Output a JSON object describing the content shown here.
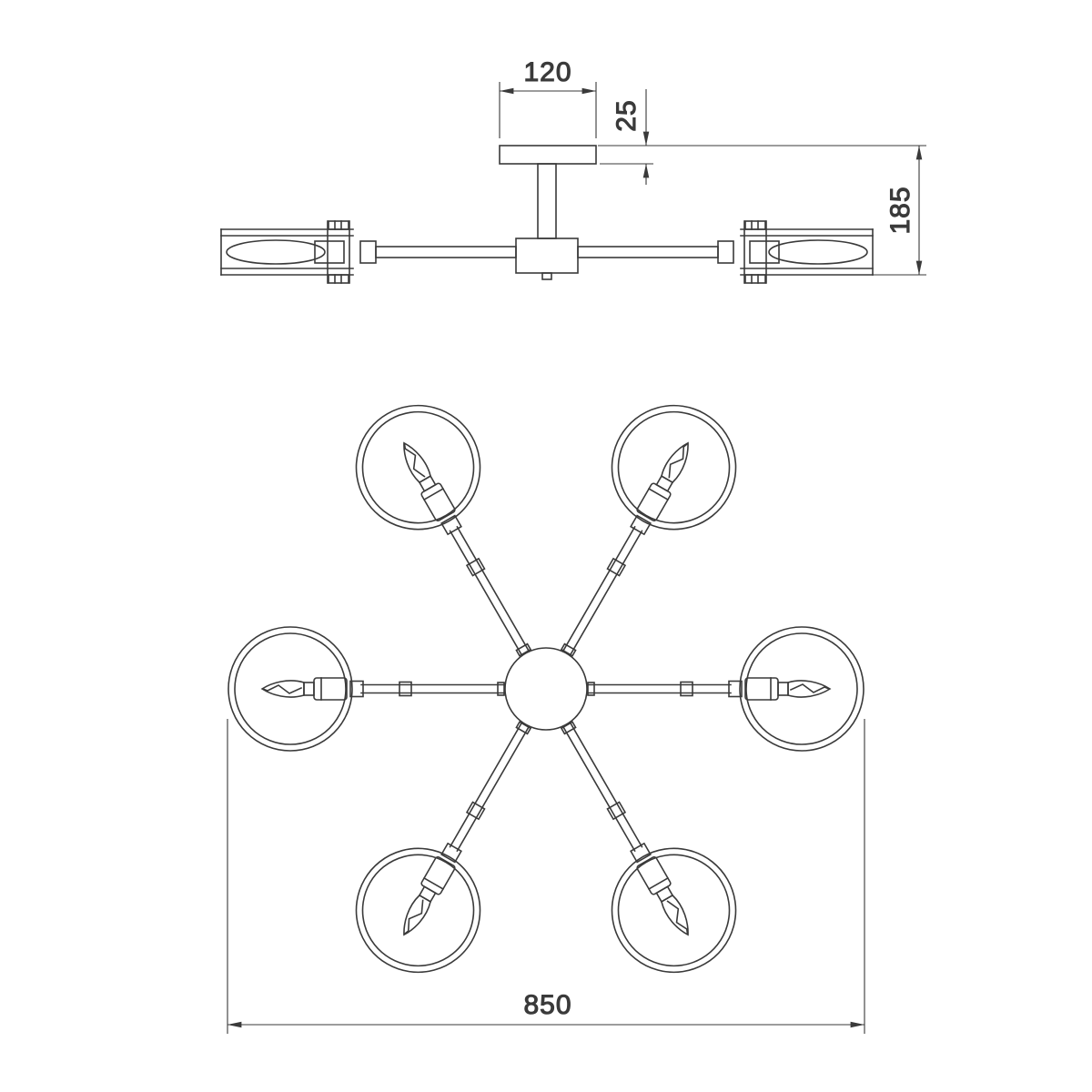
{
  "drawing": {
    "arm_count": 6,
    "dims": {
      "canopy_width": "120",
      "canopy_height": "25",
      "fixture_height": "185",
      "fixture_diameter": "850"
    },
    "colors": {
      "line": "#3a3a3a",
      "background": "#ffffff"
    }
  }
}
